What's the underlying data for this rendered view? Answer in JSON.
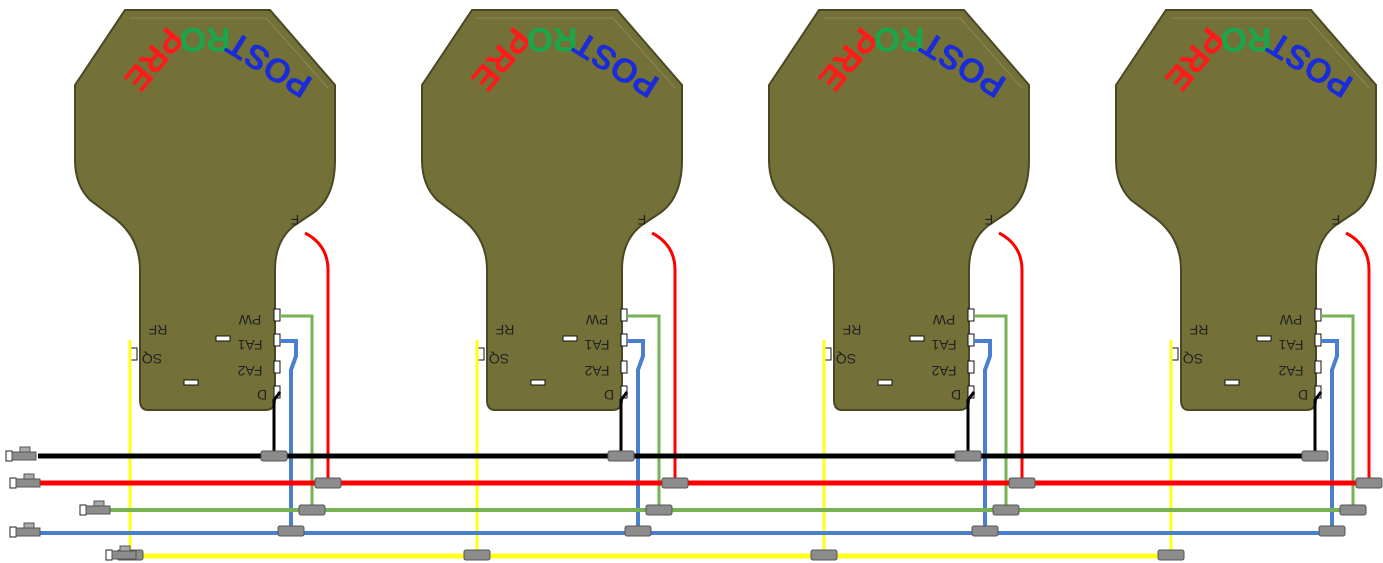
{
  "colors": {
    "board_fill": "#737138",
    "board_edge": "#4a4824",
    "pre": "#ff1a1a",
    "ro": "#1aa64a",
    "post": "#1a2bd9",
    "wire_black": "#000000",
    "wire_red": "#ff0000",
    "wire_green": "#77b255",
    "wire_blue": "#4a7fcf",
    "wire_yellow": "#ffff1a",
    "connector": "#8c8c8c"
  },
  "boards": [
    {
      "zone_labels": {
        "pre": "PRE",
        "ro": "RO",
        "post": "POST"
      },
      "pin_labels": {
        "f": "F",
        "pw": "PW",
        "fa1": "FA1",
        "fa2": "FA2",
        "d": "D",
        "rf": "RF",
        "sq": "SQ"
      }
    },
    {
      "zone_labels": {
        "pre": "PRE",
        "ro": "RO",
        "post": "POST"
      },
      "pin_labels": {
        "f": "F",
        "pw": "PW",
        "fa1": "FA1",
        "fa2": "FA2",
        "d": "D",
        "rf": "RF",
        "sq": "SQ"
      }
    },
    {
      "zone_labels": {
        "pre": "PRE",
        "ro": "RO",
        "post": "POST"
      },
      "pin_labels": {
        "f": "F",
        "pw": "PW",
        "fa1": "FA1",
        "fa2": "FA2",
        "d": "D",
        "rf": "RF",
        "sq": "SQ"
      }
    },
    {
      "zone_labels": {
        "pre": "PRE",
        "ro": "RO",
        "post": "POST"
      },
      "pin_labels": {
        "f": "F",
        "pw": "PW",
        "fa1": "FA1",
        "fa2": "FA2",
        "d": "D",
        "rf": "RF",
        "sq": "SQ"
      }
    }
  ]
}
